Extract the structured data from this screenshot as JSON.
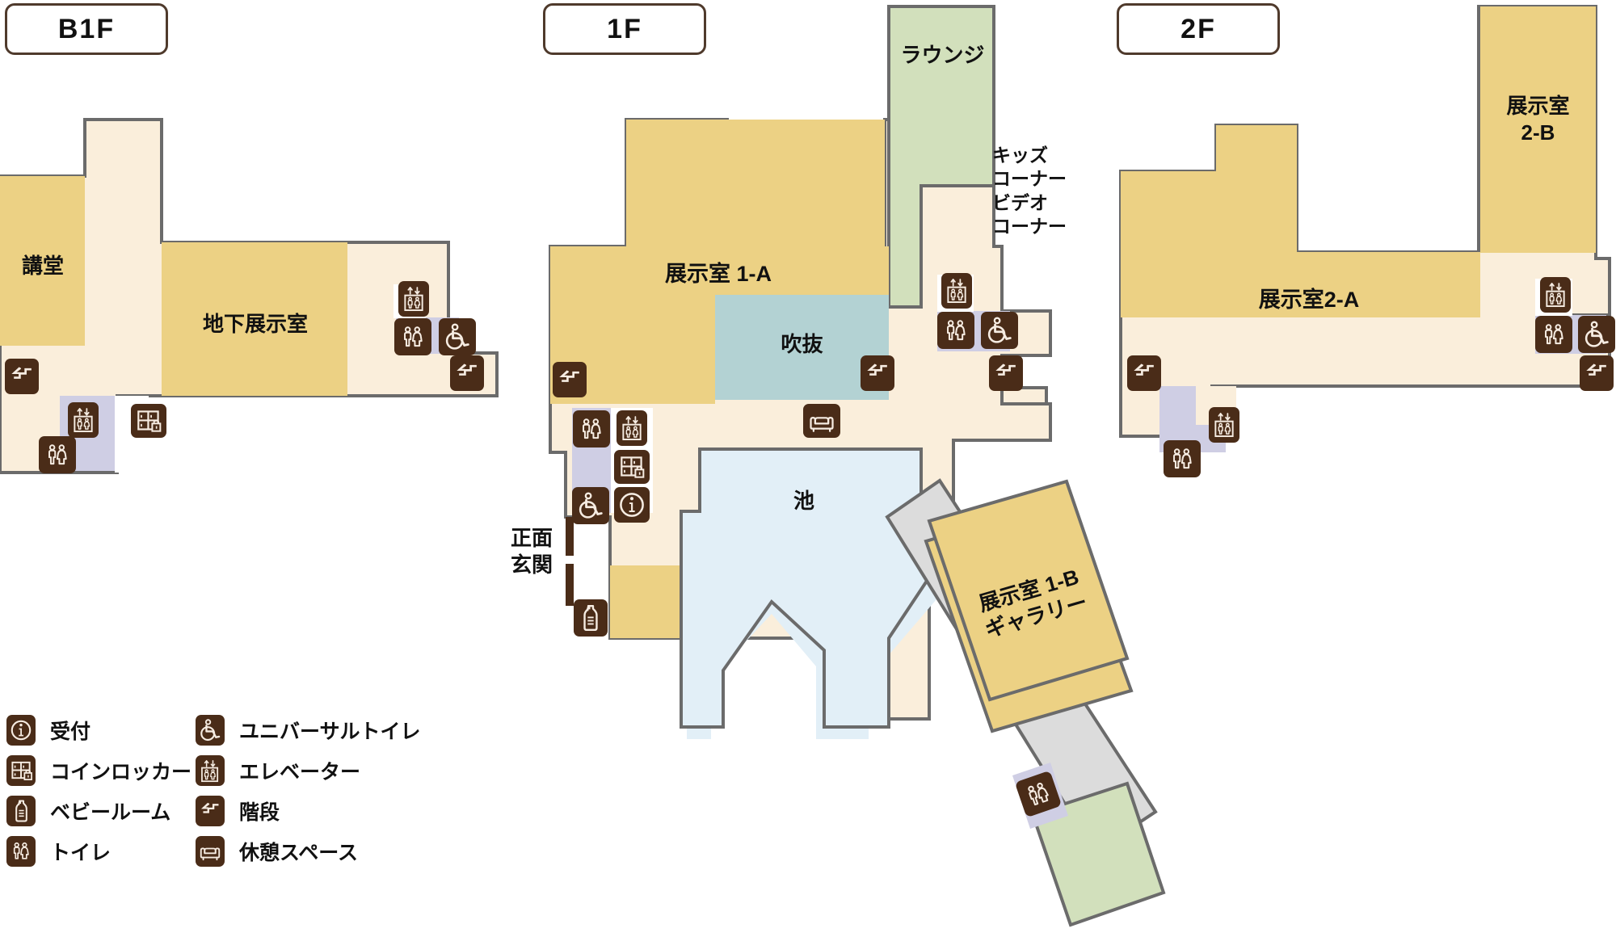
{
  "floors": [
    {
      "id": "b1f",
      "badge": "B1F",
      "rooms": [
        {
          "name": "auditorium",
          "label": "講堂"
        },
        {
          "name": "basement-exhibition",
          "label": "地下展示室"
        }
      ]
    },
    {
      "id": "1f",
      "badge": "1F",
      "rooms": [
        {
          "name": "exhibition-1a",
          "label": "展示室 1-A"
        },
        {
          "name": "atrium",
          "label": "吹抜"
        },
        {
          "name": "lounge",
          "label": "ラウンジ"
        },
        {
          "name": "kids-video-corner",
          "label": "キッズ\nコーナー\nビデオ\nコーナー"
        },
        {
          "name": "pond",
          "label": "池"
        },
        {
          "name": "front-entrance",
          "label": "正面\n玄関"
        },
        {
          "name": "exhibition-1b-gallery",
          "label": "展示室 1-B\nギャラリー"
        }
      ]
    },
    {
      "id": "2f",
      "badge": "2F",
      "rooms": [
        {
          "name": "exhibition-2a",
          "label": "展示室2-A"
        },
        {
          "name": "exhibition-2b",
          "label": "展示室\n2-B"
        }
      ]
    }
  ],
  "legend": {
    "column_left": [
      {
        "icon": "information-icon",
        "label": "受付"
      },
      {
        "icon": "coin-locker-icon",
        "label": "コインロッカー"
      },
      {
        "icon": "baby-room-icon",
        "label": "ベビールーム"
      },
      {
        "icon": "restroom-icon",
        "label": "トイレ"
      }
    ],
    "column_right": [
      {
        "icon": "universal-restroom-icon",
        "label": "ユニバーサルトイレ"
      },
      {
        "icon": "elevator-icon",
        "label": "エレベーター"
      },
      {
        "icon": "stairs-icon",
        "label": "階段"
      },
      {
        "icon": "rest-space-icon",
        "label": "休憩スペース"
      }
    ]
  },
  "colors": {
    "room_yellow": "#ecd184",
    "corridor_cream": "#faeedb",
    "atrium_teal": "#b3d2d3",
    "lounge_green": "#d2e0bc",
    "pond_blue": "#e2eff7",
    "restroom_lilac": "#cfcee4",
    "passage_gray": "#dcdcdc",
    "outline_gray": "#6b6b6b",
    "icon_brown": "#4a2c18",
    "badge_border": "#4f3a2c"
  }
}
